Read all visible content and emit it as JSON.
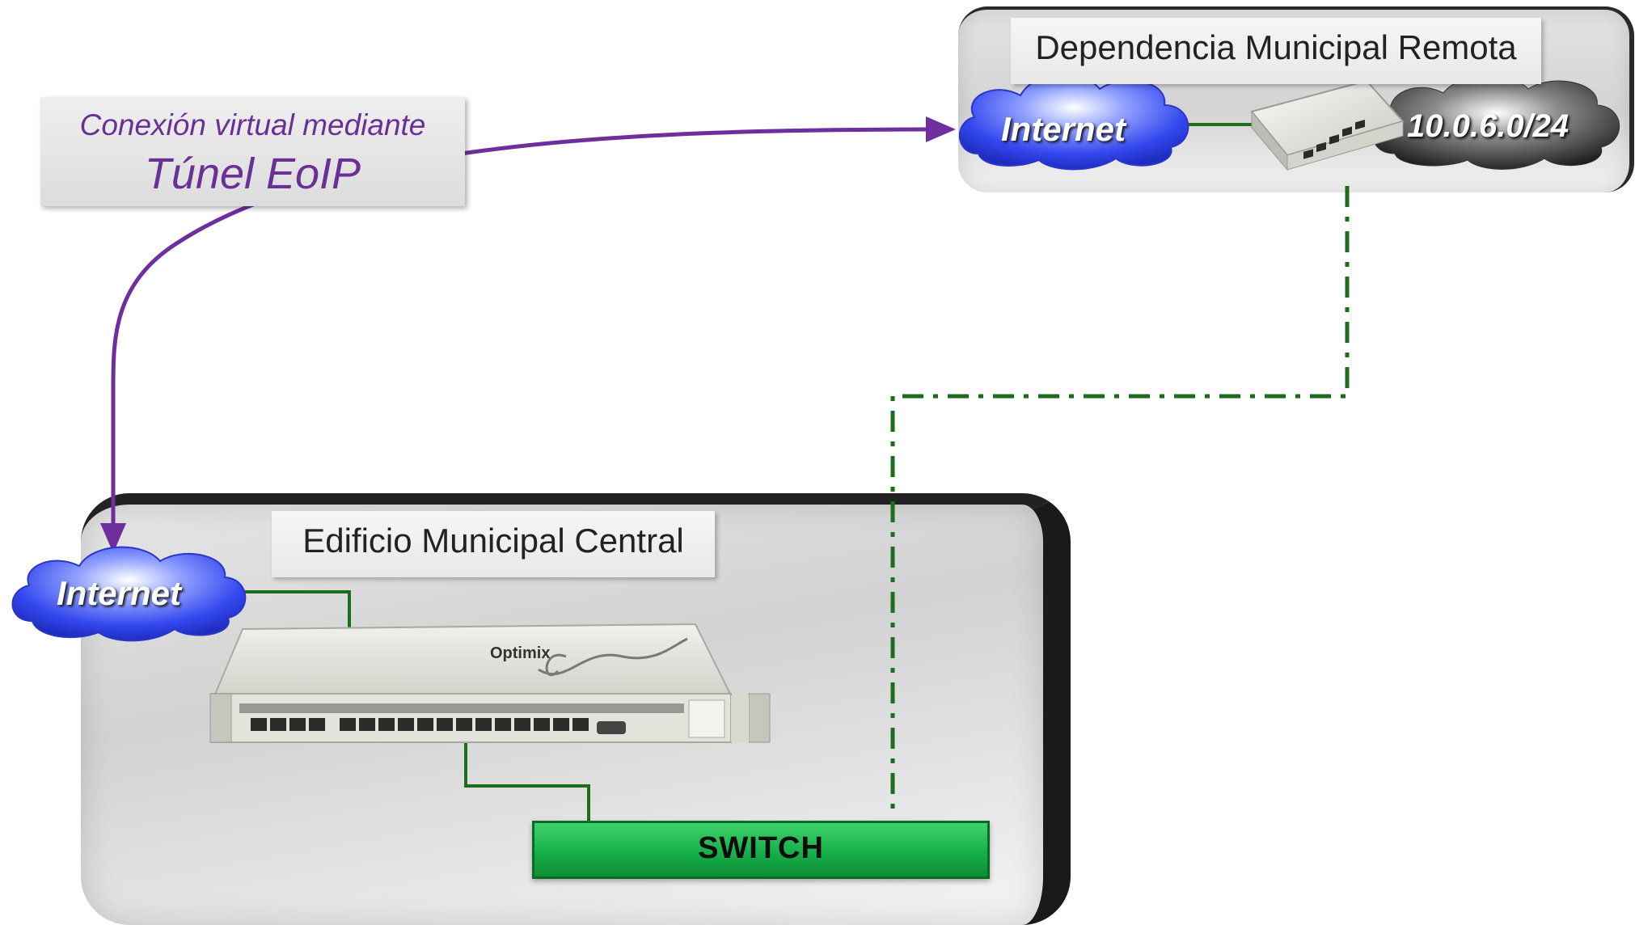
{
  "tunnel": {
    "line1": "Conexión virtual mediante",
    "line2": "Túnel EoIP"
  },
  "remote_site": {
    "title": "Dependencia Municipal Remota",
    "internet_label": "Internet",
    "subnet_label": "10.0.6.0/24"
  },
  "central_site": {
    "title": "Edificio Municipal Central",
    "internet_label": "Internet",
    "router_brand": "Optimix",
    "switch_label": "SWITCH"
  },
  "colors": {
    "tunnel_arrow": "#6e2e9e",
    "wired_link": "#1b6e1b",
    "cloud_blue": "#3a4de8",
    "switch_green": "#17b04a"
  }
}
